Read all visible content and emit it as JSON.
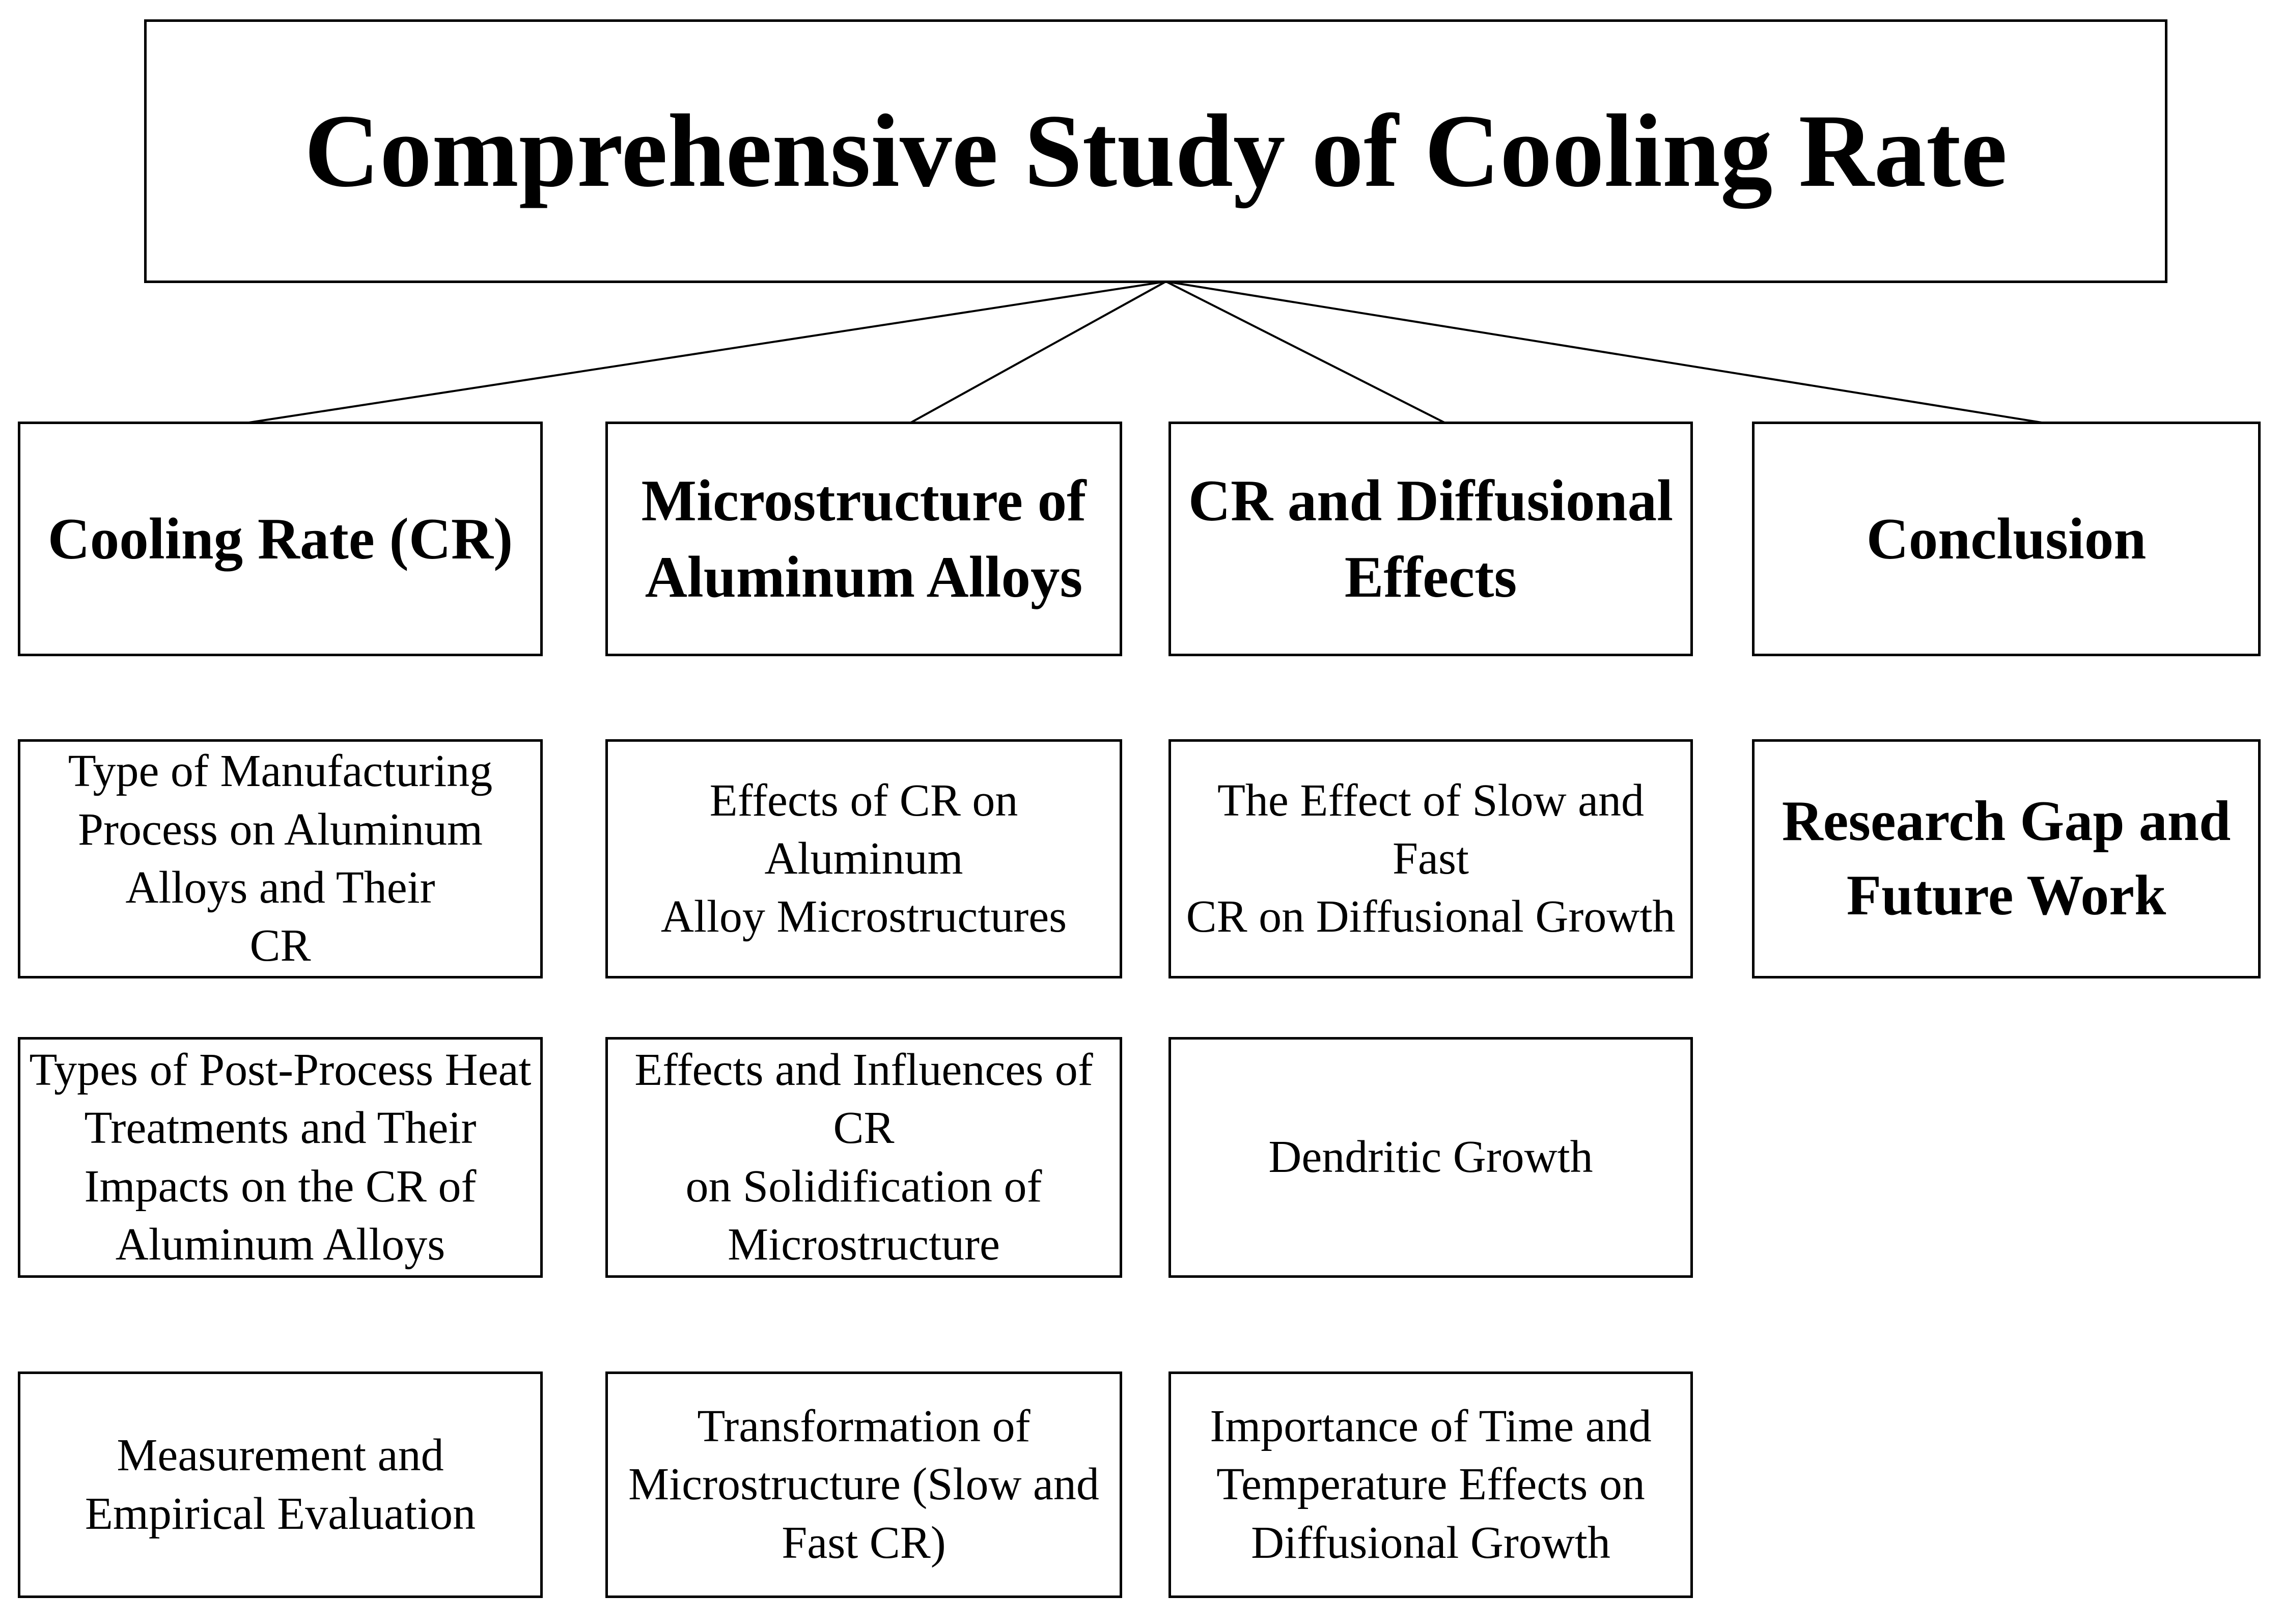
{
  "title": "Comprehensive Study of Cooling Rate",
  "appearance": {
    "background_color": "#ffffff",
    "border_color": "#000000",
    "text_color": "#000000"
  },
  "columns": [
    {
      "header": "Cooling Rate (CR)",
      "items": [
        "Type of Manufacturing\nProcess on Aluminum\nAlloys and Their\nCR",
        "Types of Post-Process Heat\nTreatments and Their\nImpacts on the CR of\nAluminum Alloys",
        "Measurement and\nEmpirical Evaluation"
      ]
    },
    {
      "header": "Microstructure of\nAluminum Alloys",
      "items": [
        "Effects of CR on Aluminum\nAlloy Microstructures",
        "Effects and Influences of CR\non Solidification of\nMicrostructure",
        "Transformation of\nMicrostructure (Slow and\nFast CR)"
      ]
    },
    {
      "header": "CR and Diffusional\nEffects",
      "items": [
        "The Effect of Slow and Fast\nCR on Diffusional Growth",
        "Dendritic Growth",
        "Importance of Time and\nTemperature Effects on\nDiffusional Growth"
      ]
    },
    {
      "header": "Conclusion",
      "items": [
        "Research Gap and\nFuture Work"
      ]
    }
  ]
}
